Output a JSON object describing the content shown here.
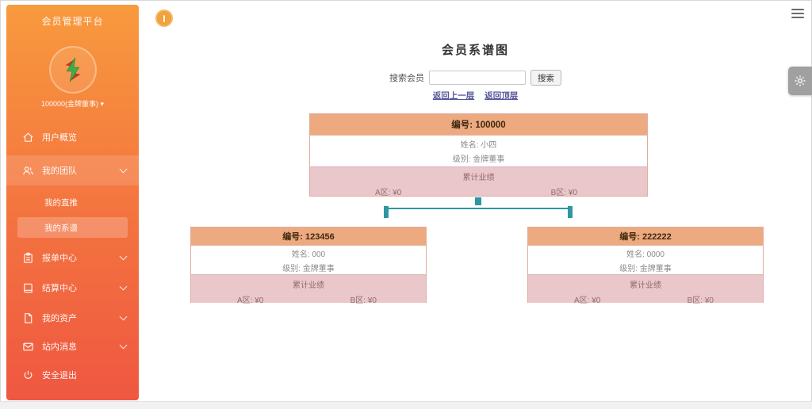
{
  "colors": {
    "sidebar_top": "#f89a3e",
    "sidebar_bottom": "#ef5741",
    "node_header_bg": "#edaa80",
    "node_footer_bg": "#e9c7cb",
    "node_border": "#dfae9f",
    "connector": "#2f96a3",
    "link": "#55559a"
  },
  "sidebar": {
    "platform_title": "会员管理平台",
    "account_label": "100000(金牌董事) ▾",
    "menu": [
      {
        "label": "用户概览"
      },
      {
        "label": "我的团队"
      },
      {
        "label": "我的直推"
      },
      {
        "label": "我的系谱"
      },
      {
        "label": "报单中心"
      },
      {
        "label": "结算中心"
      },
      {
        "label": "我的资产"
      },
      {
        "label": "站内消息"
      },
      {
        "label": "安全退出"
      }
    ]
  },
  "genealogy": {
    "page_title": "会员系谱图",
    "search_label": "搜索会员",
    "search_value": "",
    "search_button": "搜索",
    "link_up": "返回上一层",
    "link_top": "返回顶层",
    "nodes": {
      "root": {
        "id": "编号: 100000",
        "name": "姓名: 小四",
        "level": "级别: 金牌董事",
        "summary": "累计业绩",
        "zone_a": "A区: ¥0",
        "zone_b": "B区: ¥0"
      },
      "left": {
        "id": "编号: 123456",
        "name": "姓名: 000",
        "level": "级别: 金牌董事",
        "summary": "累计业绩",
        "zone_a": "A区: ¥0",
        "zone_b": "B区: ¥0"
      },
      "right": {
        "id": "编号: 222222",
        "name": "姓名: 0000",
        "level": "级别: 金牌董事",
        "summary": "累计业绩",
        "zone_a": "A区: ¥0",
        "zone_b": "B区: ¥0"
      }
    }
  }
}
